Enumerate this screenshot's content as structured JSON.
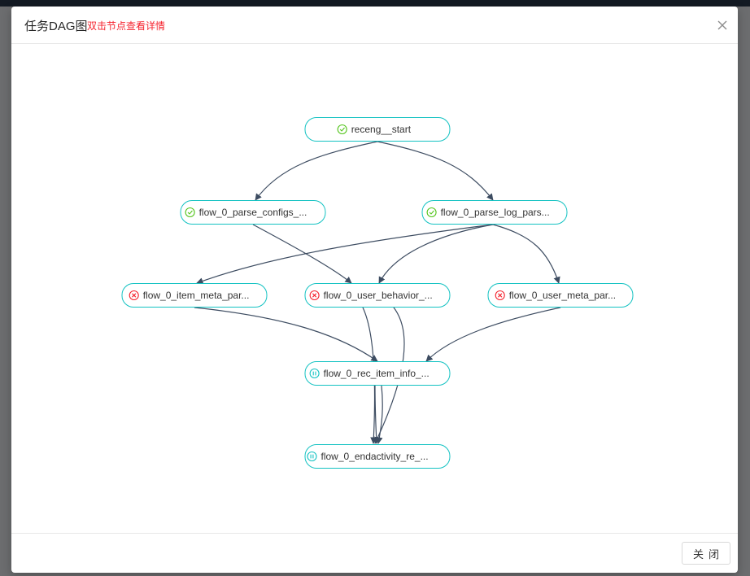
{
  "modal": {
    "title": "任务DAG图",
    "hint": "双击节点查看详情",
    "close_label": "关闭"
  },
  "colors": {
    "node_border": "#13c2c2",
    "edge": "#3d4c61",
    "success": "#52c41a",
    "failed": "#f5222d",
    "paused": "#13c2c2"
  },
  "dag": {
    "nodes": [
      {
        "id": "n0",
        "label": "receng__start",
        "status": "success",
        "status_icon": "check-circle-icon"
      },
      {
        "id": "n1",
        "label": "flow_0_parse_configs_...",
        "status": "success",
        "status_icon": "check-circle-icon"
      },
      {
        "id": "n2",
        "label": "flow_0_parse_log_pars...",
        "status": "success",
        "status_icon": "check-circle-icon"
      },
      {
        "id": "n3",
        "label": "flow_0_item_meta_par...",
        "status": "failed",
        "status_icon": "close-circle-icon"
      },
      {
        "id": "n4",
        "label": "flow_0_user_behavior_...",
        "status": "failed",
        "status_icon": "close-circle-icon"
      },
      {
        "id": "n5",
        "label": "flow_0_user_meta_par...",
        "status": "failed",
        "status_icon": "close-circle-icon"
      },
      {
        "id": "n6",
        "label": "flow_0_rec_item_info_...",
        "status": "paused",
        "status_icon": "pause-circle-icon"
      },
      {
        "id": "n7",
        "label": "flow_0_endactivity_re_...",
        "status": "paused",
        "status_icon": "pause-circle-icon"
      }
    ],
    "edges": [
      {
        "from": "n0",
        "to": "n1"
      },
      {
        "from": "n0",
        "to": "n2"
      },
      {
        "from": "n2",
        "to": "n3"
      },
      {
        "from": "n2",
        "to": "n4"
      },
      {
        "from": "n2",
        "to": "n5"
      },
      {
        "from": "n1",
        "to": "n6"
      },
      {
        "from": "n3",
        "to": "n6"
      },
      {
        "from": "n5",
        "to": "n6"
      },
      {
        "from": "n4",
        "to": "n7"
      },
      {
        "from": "n4",
        "to": "n7"
      },
      {
        "from": "n6",
        "to": "n7"
      },
      {
        "from": "n6",
        "to": "n7"
      }
    ]
  }
}
